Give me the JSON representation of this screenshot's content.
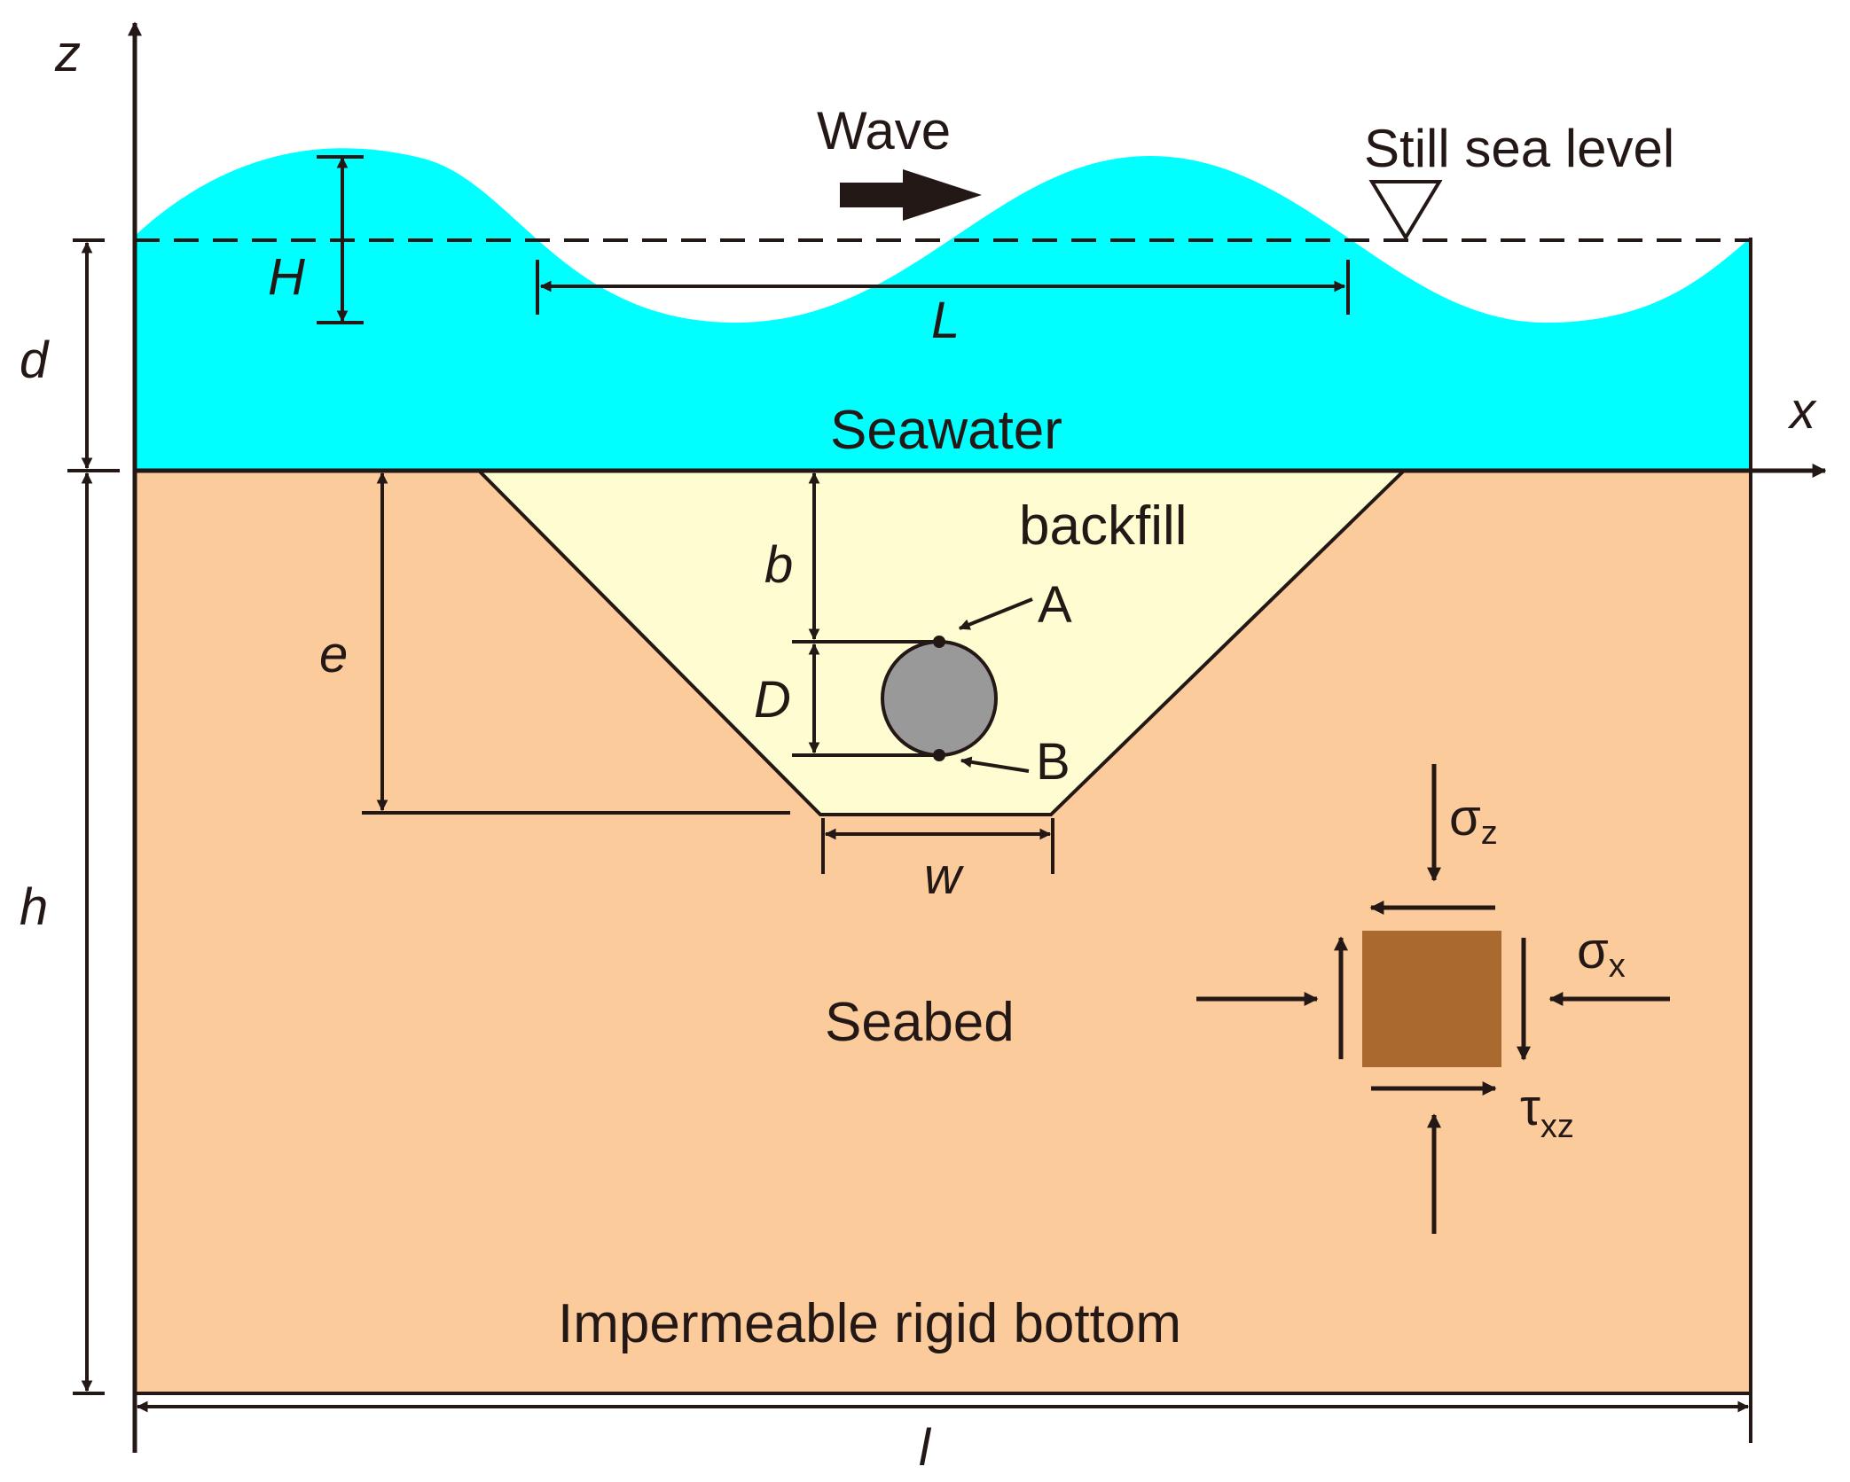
{
  "labels": {
    "z_axis": "z",
    "x_axis": "x",
    "wave": "Wave",
    "still_sea_level": "Still sea level",
    "wave_height": "H",
    "wave_length": "L",
    "water_depth": "d",
    "seawater": "Seawater",
    "backfill": "backfill",
    "burial_depth": "b",
    "pipe_diameter": "D",
    "trench_depth": "e",
    "trench_bottom_width": "w",
    "point_a": "A",
    "point_b": "B",
    "seabed_thickness": "h",
    "seabed": "Seabed",
    "bottom": "Impermeable rigid bottom",
    "domain_length": "l",
    "sigma_z": "σ",
    "sigma_z_sub": "z",
    "sigma_x": "σ",
    "sigma_x_sub": "x",
    "tau_xz": "τ",
    "tau_xz_sub": "xz"
  },
  "colors": {
    "seawater": "#00ffff",
    "seabed": "#fbcb9b",
    "backfill": "#fdfdd1",
    "pipe": "#999999",
    "soil_element": "#a9692f",
    "ink": "#231815"
  }
}
